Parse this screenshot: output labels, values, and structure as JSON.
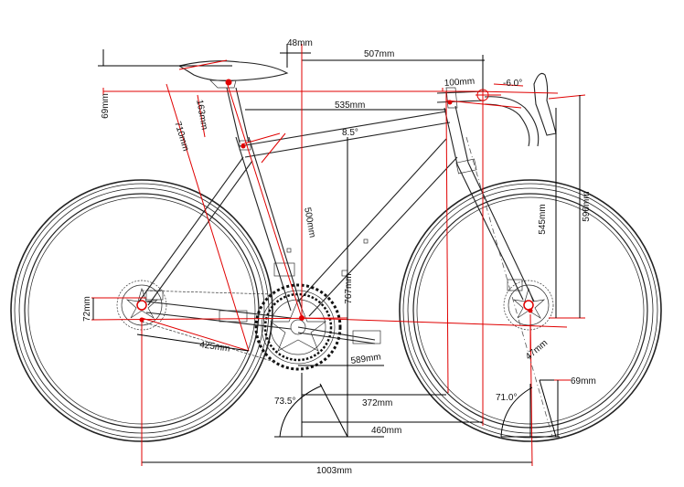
{
  "dimensions": {
    "stack_offset": "48mm",
    "reach": "507mm",
    "saddle_drop": "69mm",
    "top_tube": "535mm",
    "stem_length": "100mm",
    "stem_angle": "-6.0°",
    "seat_post_extension": "163mm",
    "saddle_height": "710mm",
    "top_tube_slope": "8.5°",
    "seat_tube": "500mm",
    "bb_to_top_tube": "767mm",
    "head_tube": "545mm",
    "stack": "596mm",
    "bb_drop": "72mm",
    "chainstay": "425mm",
    "chainring_to_ground": "589mm",
    "fork_offset": "47mm",
    "trail": "69mm",
    "seat_angle": "73.5°",
    "head_angle": "71.0°",
    "front_center_horizontal": "372mm",
    "front_center": "460mm",
    "wheelbase": "1003mm"
  }
}
